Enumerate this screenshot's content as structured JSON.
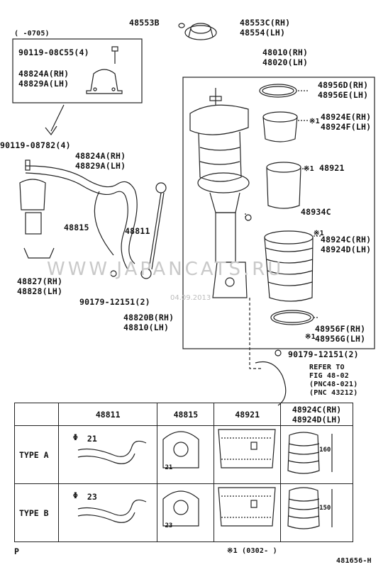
{
  "inset": {
    "date_range": "(    -0705)",
    "bolt": "90119-08C55(4)",
    "bracket_rh": "48824A(RH)",
    "bracket_lh": "48829A(LH)"
  },
  "parts": {
    "p48553b": "48553B",
    "p48553c": "48553C(RH)",
    "p48554": "48554(LH)",
    "p48010": "48010(RH)",
    "p48020": "48020(LH)",
    "p48956d": "48956D(RH)",
    "p48956e": "48956E(LH)",
    "p48924e": "48924E(RH)",
    "p48924f": "48924F(LH)",
    "p48921": "48921",
    "p48934c": "48934C",
    "p48924c": "48924C(RH)",
    "p48924d": "48924D(LH)",
    "p48956f": "48956F(RH)",
    "p48956g": "48956G(LH)",
    "p90119_87": "90119-08782(4)",
    "p48824a": "48824A(RH)",
    "p48829a": "48829A(LH)",
    "p48815": "48815",
    "p48811": "48811",
    "p48827": "48827(RH)",
    "p48828": "48828(LH)",
    "p90179_a": "90179-12151(2)",
    "p48820b": "48820B(RH)",
    "p48810": "48810(LH)",
    "p90179_b": "90179-12151(2)"
  },
  "marks": {
    "star": "※1"
  },
  "refer": {
    "line1": "REFER TO",
    "line2": "FIG 48-02",
    "line3": "(PNC48-021)",
    "line4": "(PNC 43212)"
  },
  "watermark": {
    "site": "WWW.JAPANCATS.RU",
    "date": "04.09.2013"
  },
  "table": {
    "headers": [
      "48811",
      "48815",
      "48921",
      "48924C(RH)",
      "48924D(LH)"
    ],
    "rows": [
      {
        "type": "TYPE A",
        "diameter": "21",
        "bush": "21",
        "dim": "160"
      },
      {
        "type": "TYPE B",
        "diameter": "23",
        "bush": "23",
        "dim": "150"
      }
    ]
  },
  "footer": {
    "left": "P",
    "note": "※1 (0302-      )",
    "code": "481656-H"
  }
}
